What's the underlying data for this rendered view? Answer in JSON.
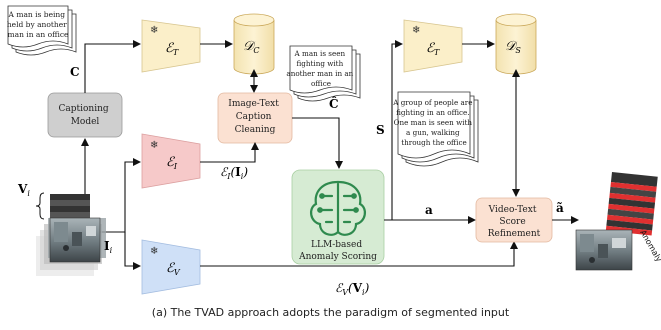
{
  "documents": {
    "caption_input": "A man is being held by another man in an office",
    "caption_cleaned": "A man is seen fighting with another man in an office",
    "scene_description": "A group of people are fighting in an office. One man is seen with a gun, walking through the office"
  },
  "nodes": {
    "captioning_model": "Captioning Model",
    "image_text_cleaning": "Image-Text Caption Cleaning",
    "llm_scoring": "LLM-based Anomaly Scoring",
    "video_text_refinement": "Video-Text Score Refinement",
    "encoder_T": "ET",
    "encoder_I": "EI",
    "encoder_V": "EV",
    "db_C": "DC",
    "db_S": "DS"
  },
  "labels": {
    "C": "C",
    "C_hat": "Ĉ",
    "S": "S",
    "a": "a",
    "a_tilde": "ã",
    "V_i": "Vi",
    "I_i": "Ii",
    "EI_Ii": "EI(Ii)",
    "EV_Vi": "EV(Vi)",
    "anomaly": "Anomaly"
  },
  "colors": {
    "encoder_T": "#fbefc9",
    "encoder_I": "#f6c9c9",
    "encoder_V": "#cfe0f7",
    "database": "#fbefc9",
    "captioning": "#cfcfcf",
    "cleaning": "#fbe1d2",
    "llm": "#d6ebd3",
    "refinement": "#fbe1d2",
    "anomaly_frame": "#e03030"
  },
  "caption": "(a) The TVAD approach adopts the paradigm of segmented input"
}
